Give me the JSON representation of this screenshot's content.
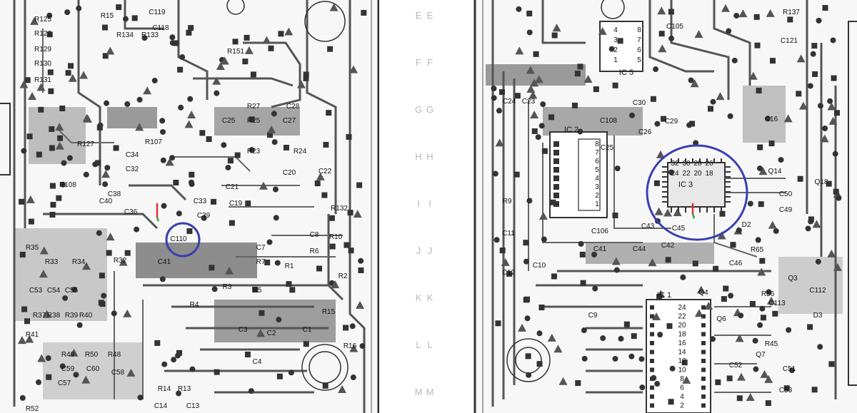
{
  "left_board_labels": [
    "R125",
    "R126",
    "R129",
    "R130",
    "R131",
    "R134",
    "R133",
    "C118",
    "C119",
    "R15",
    "R151",
    "R127",
    "C34",
    "C32",
    "R108",
    "R107",
    "C40",
    "C38",
    "C36",
    "C33",
    "C39",
    "C41",
    "C110",
    "R35",
    "R32",
    "R33",
    "R34",
    "C53",
    "C54",
    "C55",
    "R37",
    "R38",
    "R39",
    "R40",
    "R41",
    "R49",
    "R50",
    "R48",
    "C58",
    "C59",
    "C60",
    "C57",
    "R52",
    "R14",
    "R13",
    "C13",
    "C14",
    "R27",
    "R25",
    "R23",
    "R24",
    "C25",
    "C27",
    "C28",
    "C20",
    "C22",
    "C21",
    "C19",
    "R132",
    "R10",
    "C8",
    "C7",
    "R7",
    "R1",
    "R5",
    "R3",
    "R4",
    "R6",
    "R2",
    "C3",
    "C2",
    "C4",
    "R16",
    "R15",
    "C1"
  ],
  "center_row_labels": [
    "E",
    "F",
    "G",
    "H",
    "I",
    "J",
    "K",
    "L",
    "M"
  ],
  "right_board_labels": [
    "IC 2",
    "IC 3",
    "IC 5",
    "IC 1",
    "C108",
    "C30",
    "C26",
    "C29",
    "C24",
    "C23",
    "C25",
    "C50",
    "C49",
    "C45",
    "C43",
    "C42",
    "C44",
    "C41",
    "C106",
    "C11",
    "C12",
    "C10",
    "C9",
    "C46",
    "C52",
    "C51",
    "C53",
    "R9",
    "R65",
    "R56",
    "R45",
    "Q3",
    "Q4",
    "Q6",
    "Q7",
    "Q14",
    "Q18",
    "D2",
    "D3",
    "C113",
    "C112",
    "C121",
    "R137",
    "C16",
    "C105"
  ],
  "ic3_pins": [
    "32",
    "30",
    "28",
    "26",
    "24",
    "22",
    "20",
    "18"
  ],
  "ic2_pins": [
    "8",
    "7",
    "6",
    "5",
    "4",
    "3",
    "2",
    "1"
  ],
  "ic5_pins": [
    "8",
    "7",
    "6",
    "5",
    "4",
    "3",
    "2",
    "1"
  ],
  "ic1_pins": [
    "24",
    "22",
    "20",
    "18",
    "16",
    "14",
    "12",
    "10",
    "8",
    "6",
    "4",
    "2"
  ],
  "colors": {
    "highlight": "#3a3fb0",
    "copper": "#555555",
    "grid": "#e4e4e4",
    "row_letter": "#b8b8b8"
  }
}
